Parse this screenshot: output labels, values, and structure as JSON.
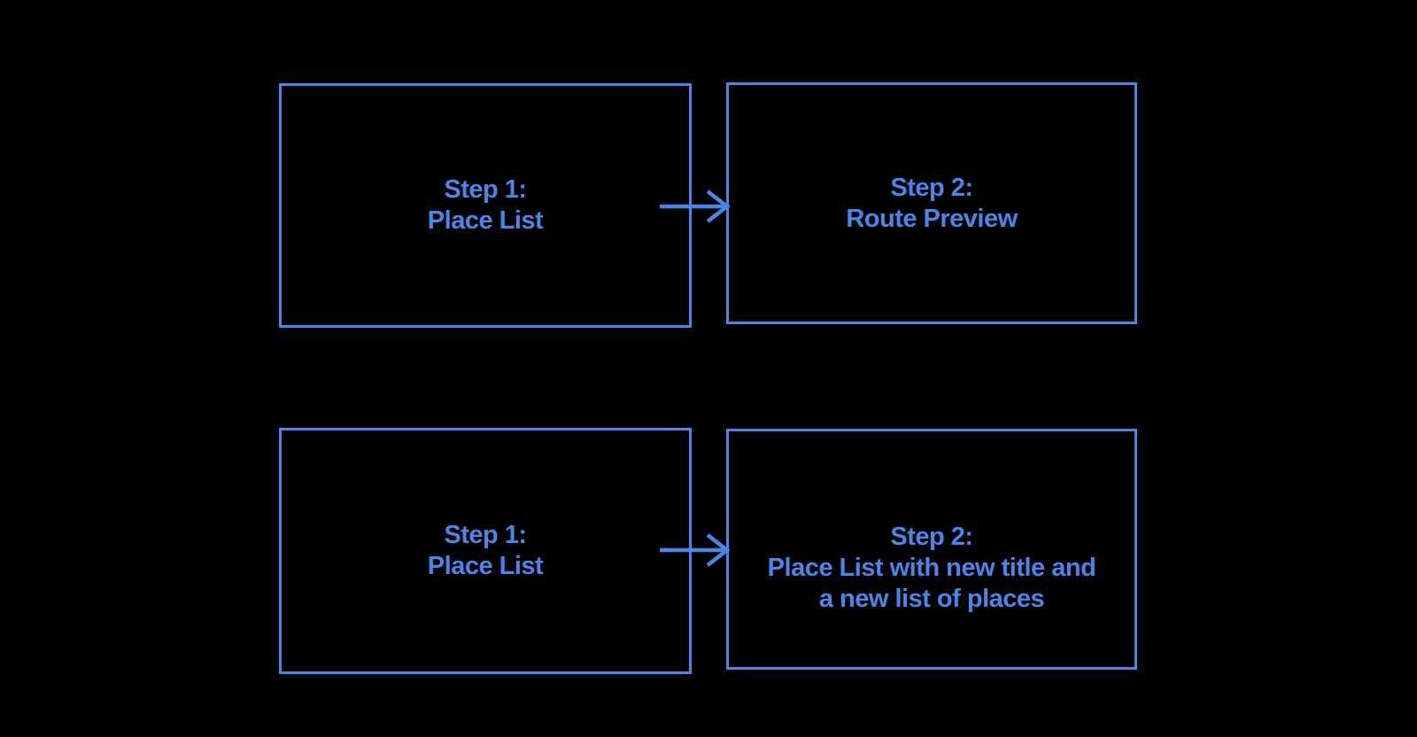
{
  "colors": {
    "accent": "#4a86e8",
    "background": "#000000"
  },
  "flows": [
    {
      "source": {
        "line1": "Step 1:",
        "line2": "Place List"
      },
      "target": {
        "line1": "Step 2:",
        "line2": "Route Preview"
      }
    },
    {
      "source": {
        "line1": "Step 1:",
        "line2": "Place List"
      },
      "target": {
        "line1": "Step 2:",
        "line2": "Place List with new title and",
        "line3": "a new list of places"
      }
    }
  ]
}
